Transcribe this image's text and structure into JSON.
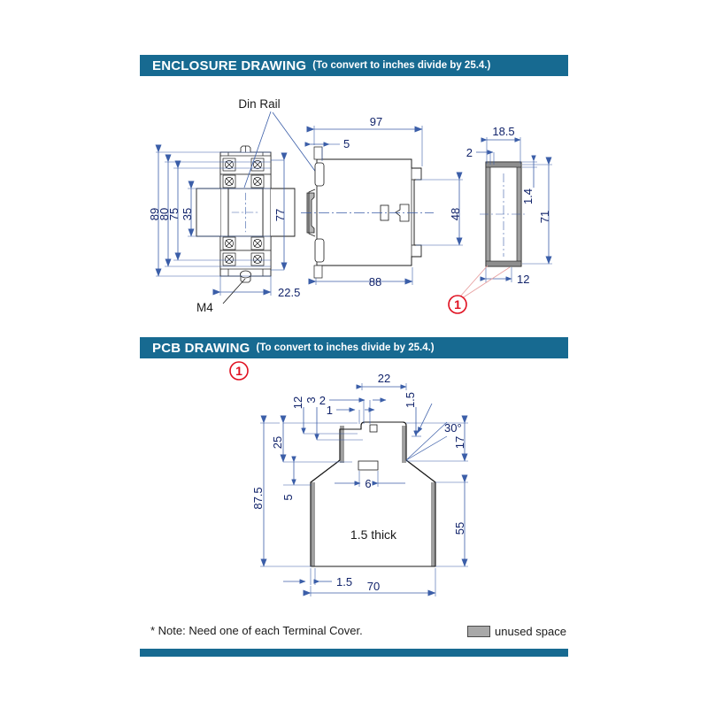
{
  "sections": [
    {
      "title": "ENCLOSURE DRAWING",
      "subtitle": "(To convert to inches divide by 25.4.)"
    },
    {
      "title": "PCB DRAWING",
      "subtitle": "(To convert to inches divide by 25.4.)"
    }
  ],
  "colors": {
    "header_bar": "#176a91",
    "dimension_line": "#3b5ea8",
    "dimension_text": "#12246b",
    "outline": "#1a1a1a",
    "marker_red": "#e01020",
    "unused_space_fill": "#a8a8a8"
  },
  "enclosure": {
    "labels": {
      "din_rail": "Din Rail",
      "m4": "M4"
    },
    "front_view_dims": [
      "89",
      "80",
      "75",
      "35",
      "77",
      "22.5"
    ],
    "side_view_dims": [
      "97",
      "5",
      "88",
      "48"
    ],
    "end_view_dims": [
      "18.5",
      "2",
      "1.4",
      "71",
      "12"
    ],
    "marker": "1"
  },
  "pcb": {
    "marker": "1",
    "dims_top": [
      "22",
      "2",
      "1",
      "1.5",
      "3",
      "12",
      "30°",
      "17"
    ],
    "dims_left": [
      "25",
      "5",
      "87.5"
    ],
    "dims_inner": [
      "6"
    ],
    "dims_right": [
      "55"
    ],
    "dims_bottom": [
      "1.5",
      "70"
    ],
    "thickness_label": "1.5 thick"
  },
  "footer": {
    "note": "* Note: Need one of each Terminal Cover.",
    "legend_label": "unused space"
  }
}
